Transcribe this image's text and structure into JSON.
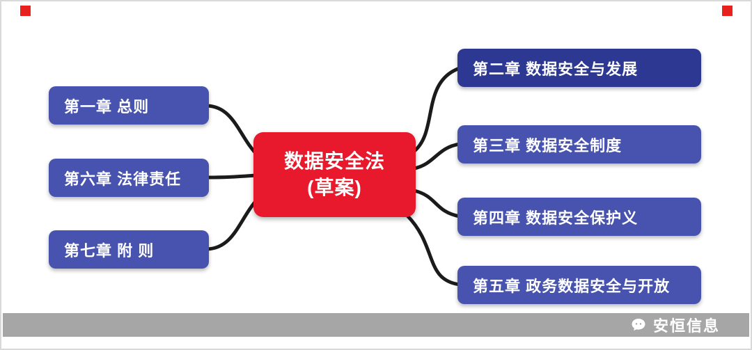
{
  "meta": {
    "accent_red": "#e8192c",
    "node_blue": "#4753ae",
    "node_blue_dark": "#2c3892",
    "connector_color": "#1b1b1b",
    "watermark_bar_color": "#a6a6a6"
  },
  "center": {
    "title_line1": "数据安全法",
    "title_line2": "(草案)"
  },
  "left_nodes": [
    {
      "label": "第一章 总则"
    },
    {
      "label": "第六章 法律责任"
    },
    {
      "label": "第七章 附 则"
    }
  ],
  "right_nodes": [
    {
      "label": "第二章 数据安全与发展"
    },
    {
      "label": "第三章 数据安全制度"
    },
    {
      "label": "第四章 数据安全保护义"
    },
    {
      "label": "第五章 政务数据安全与开放"
    }
  ],
  "watermark": {
    "brand": "安恒信息"
  }
}
